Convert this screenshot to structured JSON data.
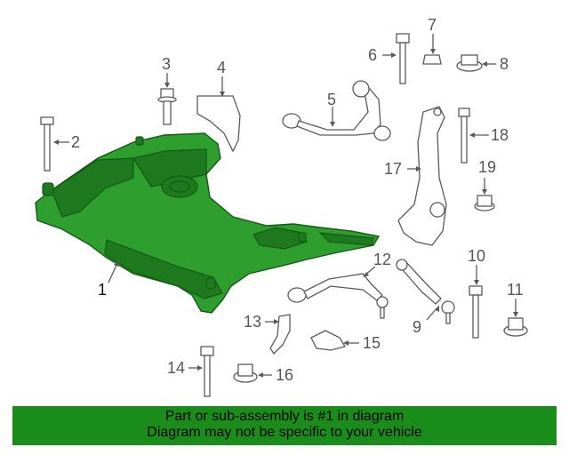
{
  "callouts": {
    "c1": "1",
    "c2": "2",
    "c3": "3",
    "c4": "4",
    "c5": "5",
    "c6": "6",
    "c7": "7",
    "c8": "8",
    "c9": "9",
    "c10": "10",
    "c11": "11",
    "c12": "12",
    "c13": "13",
    "c14": "14",
    "c15": "15",
    "c16": "16",
    "c17": "17",
    "c18": "18",
    "c19": "19"
  },
  "banner": {
    "line1": "Part or sub-assembly is #1 in diagram",
    "line2": "Diagram may not be specific to your vehicle"
  },
  "colors": {
    "highlight": "#2e9e2e",
    "banner_bg": "#1a8c1a"
  },
  "icons": [
    "subframe-part",
    "bolt-icon",
    "nut-icon",
    "control-arm-icon",
    "knuckle-icon",
    "bracket-icon"
  ]
}
